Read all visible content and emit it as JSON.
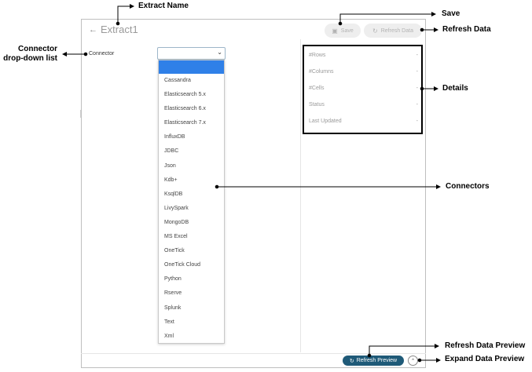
{
  "header": {
    "back_icon": "arrow-left-icon",
    "title": "Extract1",
    "save_label": "Save",
    "save_icon": "save-icon",
    "refresh_label": "Refresh Data",
    "refresh_icon": "refresh-icon"
  },
  "connector": {
    "label": "Connector",
    "selected": "",
    "options": [
      "Cassandra",
      "Elasticsearch 5.x",
      "Elasticsearch 6.x",
      "Elasticsearch 7.x",
      "InfluxDB",
      "JDBC",
      "Json",
      "Kdb+",
      "KsqlDB",
      "LivySpark",
      "MongoDB",
      "MS Excel",
      "OneTick",
      "OneTick Cloud",
      "Python",
      "Rserve",
      "Splunk",
      "Text",
      "Xml"
    ]
  },
  "details": {
    "rows": [
      "#Rows",
      "#Columns",
      "#Cells",
      "Status",
      "Last Updated"
    ],
    "value_placeholder": "-"
  },
  "footer": {
    "refresh_preview_label": "Refresh Preview",
    "expand_icon": "chevron-up-icon"
  },
  "annotations": {
    "extract_name": "Extract Name",
    "save": "Save",
    "refresh_data": "Refresh Data",
    "connector_dropdown_line1": "Connector",
    "connector_dropdown_line2": "drop-down list",
    "details": "Details",
    "connectors": "Connectors",
    "refresh_data_preview": "Refresh Data Preview",
    "expand_data_preview": "Expand Data Preview"
  }
}
